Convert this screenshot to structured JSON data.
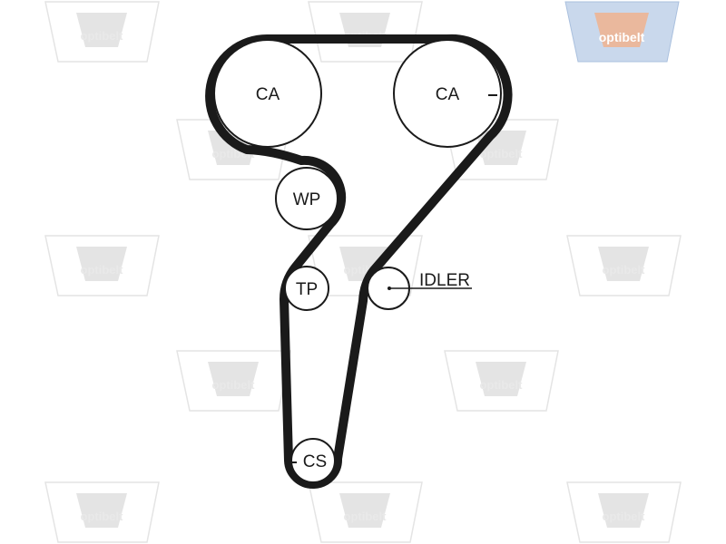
{
  "brand": {
    "logo_text": "optibelt",
    "logo_color": "#8fb0d8",
    "accent": "#f3b08a"
  },
  "pulleys": [
    {
      "id": "ca-left",
      "label": "CA"
    },
    {
      "id": "ca-right",
      "label": "CA"
    },
    {
      "id": "wp",
      "label": "WP"
    },
    {
      "id": "tp",
      "label": "TP"
    },
    {
      "id": "idler",
      "label": "IDLER"
    },
    {
      "id": "cs",
      "label": "CS"
    }
  ],
  "belt_color": "#1a1a1a"
}
